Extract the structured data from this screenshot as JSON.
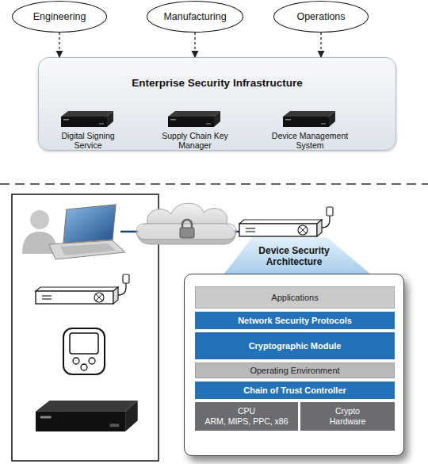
{
  "diagram": {
    "nodes": [
      {
        "text": [
          "Engineering"
        ]
      },
      {
        "text": [
          "Manufacturing"
        ]
      },
      {
        "text": [
          "Operations"
        ]
      },
      {
        "text": [
          "Enterprise Security Infrastructure"
        ]
      },
      {
        "text": [
          "Digital Signing Service"
        ],
        "in": 3
      },
      {
        "text": [
          "Supply Chain Key Manager"
        ],
        "in": 3
      },
      {
        "text": [
          "Device Management System"
        ],
        "in": 3
      },
      {
        "text": [
          "Device Security Architecture"
        ]
      },
      {
        "text": [
          "Applications"
        ],
        "in": 7
      },
      {
        "text": [
          "Network Security Protocols"
        ],
        "in": 7
      },
      {
        "text": [
          "Cryptographic Module"
        ],
        "in": 7
      },
      {
        "text": [
          "Operating Environment"
        ],
        "in": 7
      },
      {
        "text": [
          "Chain of Trust Controller"
        ],
        "in": 7
      },
      {
        "text": [
          "CPU",
          "ARM, MIPS, PPC, x86"
        ],
        "in": 7
      },
      {
        "text": [
          "Crypto Hardware"
        ],
        "in": 7
      }
    ],
    "edges": [
      {
        "from": 0,
        "to": 3,
        "arrow": "to"
      },
      {
        "from": 1,
        "to": 3,
        "arrow": "to"
      },
      {
        "from": 2,
        "to": 3,
        "arrow": "to"
      }
    ]
  }
}
